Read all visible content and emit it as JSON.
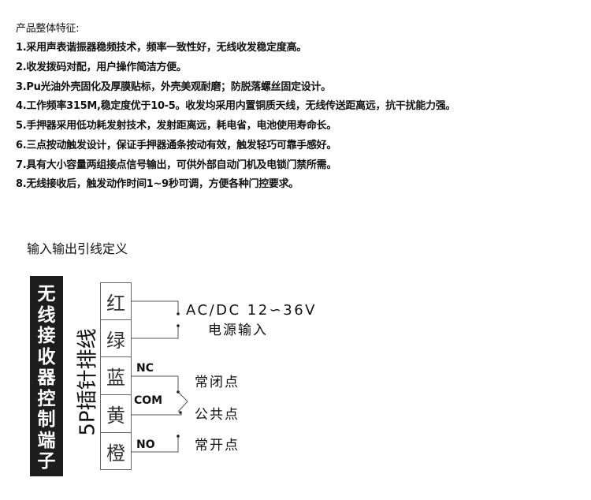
{
  "features": {
    "title": "产品整体特征:",
    "items": [
      "1.采用声表谐振器稳频技术，频率一致性好，无线收发稳定度高。",
      "2.收发拨码对配，用户操作简洁方便。",
      "3.Pu光油外壳固化及厚膜贴标，外壳美观耐磨；防脱落螺丝固定设计。",
      "4.工作频率315M,稳定度优于10-5。收发均采用内置铜质天线，无线传送距离远，抗干扰能力强。",
      "5.手押器采用低功耗发射技术，发射距离远，耗电省，电池使用寿命长。",
      "6.三点按动触发设计，保证手押器通条按动有效，触发轻巧可靠手感好。",
      "7.具有大小容量两组接点信号输出，可供外部自动门机及电锁门禁所需。",
      "8.无线接收后，触发动作时间1~9秒可调，方便各种门控要求。"
    ]
  },
  "diagram": {
    "heading": "输入输出引线定义",
    "terminal_label": "无线接收器控制端子",
    "cable_label": "5P插针排线",
    "wires": [
      "红",
      "绿",
      "蓝",
      "黄",
      "橙"
    ],
    "power_voltage": "AC/DC 12∽36V",
    "power_label": "电源输入",
    "nc": "NC",
    "com": "COM",
    "no": "NO",
    "nc_label": "常闭点",
    "com_label": "公共点",
    "no_label": "常开点"
  }
}
